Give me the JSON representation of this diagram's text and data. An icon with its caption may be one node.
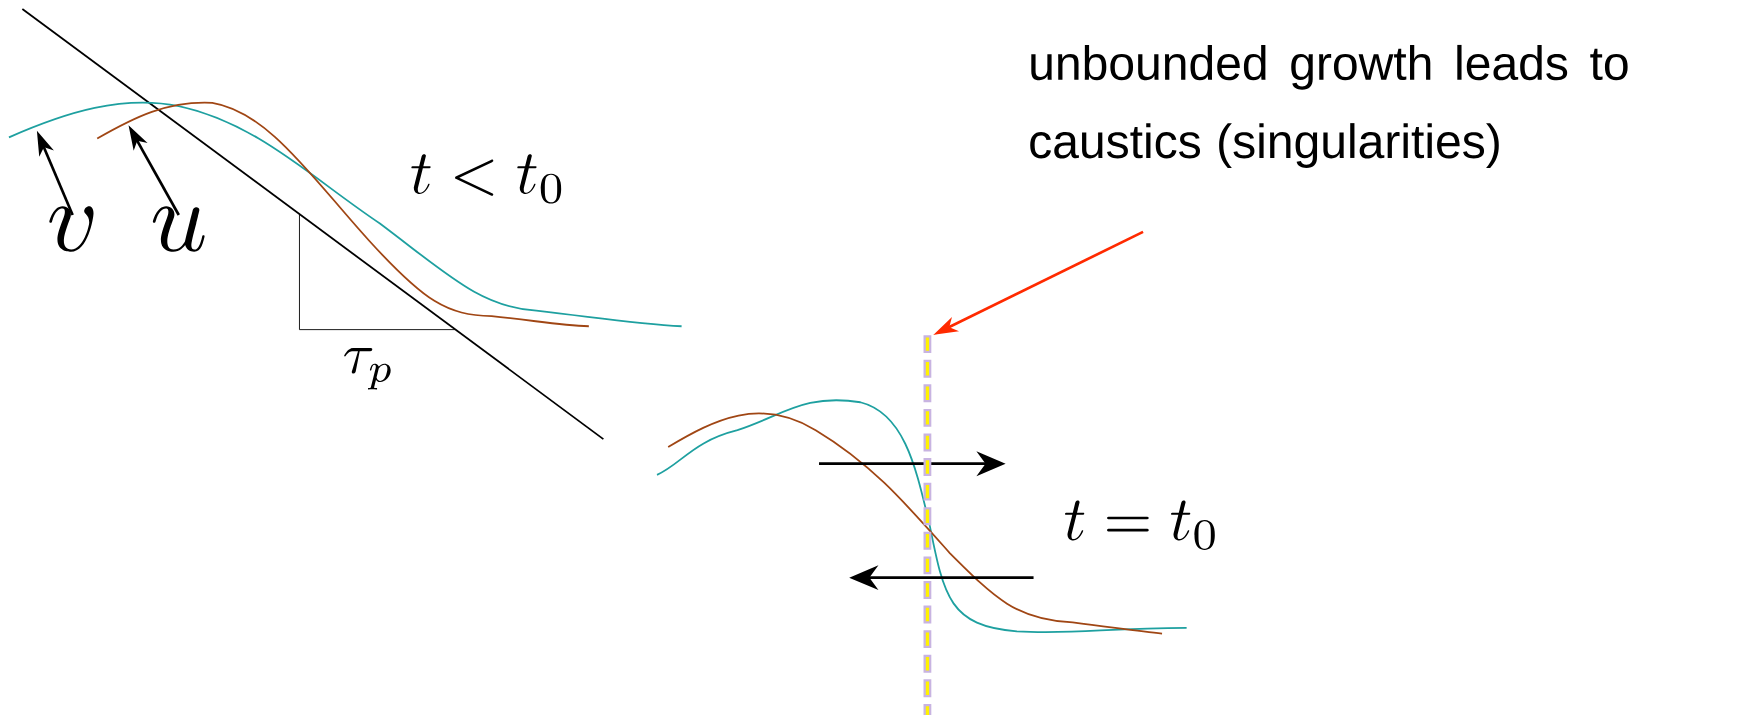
{
  "diagram": {
    "nodes": [
      {
        "text": [
          "v"
        ]
      },
      {
        "text": [
          "u"
        ]
      },
      {
        "text": [
          "unbounded growth leads to caustics (singularities)"
        ]
      },
      {
        "text": [],
        "shape": "line"
      }
    ],
    "edges": [
      {
        "from": 0,
        "to": null,
        "arrow": "to"
      },
      {
        "from": 1,
        "to": null,
        "arrow": "to"
      },
      {
        "from": 2,
        "to": 3,
        "arrow": "to",
        "color": "#ff2a00"
      }
    ],
    "labels": [
      "t < t_0",
      "\\tau_p",
      "t = t_0"
    ]
  }
}
